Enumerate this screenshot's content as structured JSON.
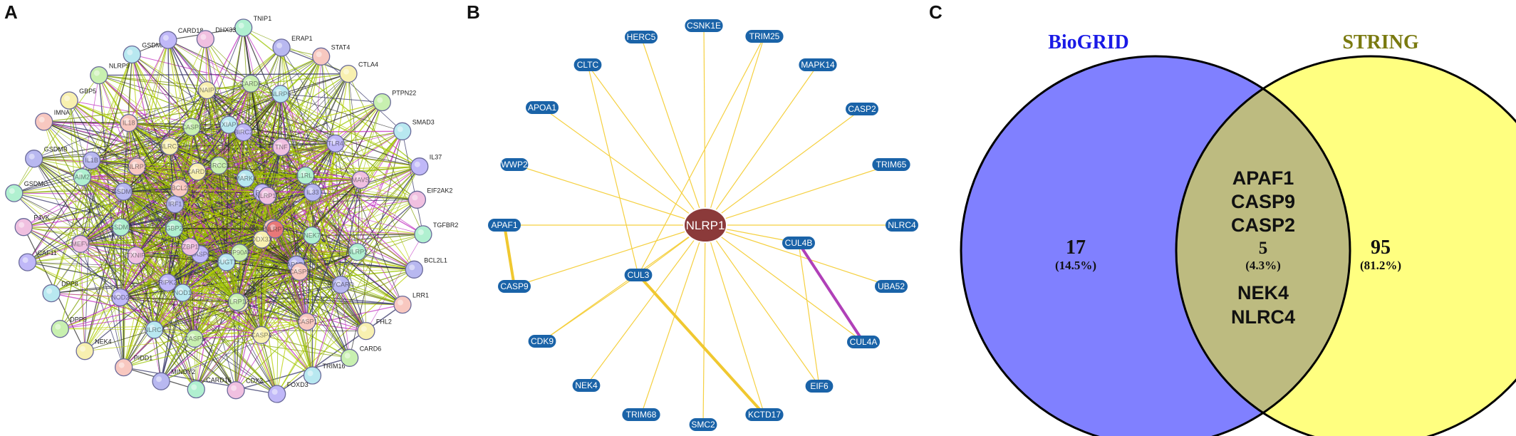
{
  "panels": {
    "a": {
      "letter": "A"
    },
    "b": {
      "letter": "B"
    },
    "c": {
      "letter": "C"
    }
  },
  "string_network": {
    "edge_colors": [
      "#7fa000",
      "#2b2b2b",
      "#c030c0",
      "#9ac400",
      "#333366",
      "#b8d000"
    ],
    "node_fill_colors": [
      "#b0f0d0",
      "#b8b8f0",
      "#f8c8c0",
      "#f8f0b0",
      "#c8f0b0",
      "#b8e8f0",
      "#c0b8f8",
      "#f0c0e0"
    ],
    "outer_nodes": [
      {
        "label": "TNIP1"
      },
      {
        "label": "ERAP1"
      },
      {
        "label": "STAT4"
      },
      {
        "label": "CTLA4"
      },
      {
        "label": "PTPN22"
      },
      {
        "label": "SMAD3"
      },
      {
        "label": "IL37"
      },
      {
        "label": "EIF2AK2"
      },
      {
        "label": "TGFBR2"
      },
      {
        "label": "BCL2L1"
      },
      {
        "label": "LRR1"
      },
      {
        "label": "FHL2"
      },
      {
        "label": "CARD6"
      },
      {
        "label": "TRIM16"
      },
      {
        "label": "FOXD3"
      },
      {
        "label": "CDX3"
      },
      {
        "label": "CARD16"
      },
      {
        "label": "MINDY2"
      },
      {
        "label": "PIDD1"
      },
      {
        "label": "NEK4"
      },
      {
        "label": "DPP9"
      },
      {
        "label": "DPP8"
      },
      {
        "label": "CAF11"
      },
      {
        "label": "PJVK"
      },
      {
        "label": "GSDMC"
      },
      {
        "label": "GSDMB"
      },
      {
        "label": "IMNA"
      },
      {
        "label": "GBP5"
      },
      {
        "label": "NLRP9"
      },
      {
        "label": "GSDMA"
      },
      {
        "label": "CARD18"
      },
      {
        "label": "DHX33"
      }
    ],
    "inner_nodes": [
      {
        "label": "NLRP3"
      },
      {
        "label": "PYCARD"
      },
      {
        "label": "CASP1"
      },
      {
        "label": "CASP4"
      },
      {
        "label": "CASP5"
      },
      {
        "label": "NLRC4"
      },
      {
        "label": "NOD2"
      },
      {
        "label": "MEFV"
      },
      {
        "label": "AIM2"
      },
      {
        "label": "IL1B"
      },
      {
        "label": "IL18"
      },
      {
        "label": "NAIP"
      },
      {
        "label": "CARD8"
      },
      {
        "label": "NLRP6"
      },
      {
        "label": "TLR4"
      },
      {
        "label": "MAVS"
      },
      {
        "label": "NEK7"
      },
      {
        "label": "APAF1"
      },
      {
        "label": "CASP9"
      },
      {
        "label": "CASP2"
      },
      {
        "label": "NLRP12"
      },
      {
        "label": "NOD1"
      },
      {
        "label": "RIPK2"
      },
      {
        "label": "TXNIP"
      },
      {
        "label": "GSDMD"
      },
      {
        "label": "GSDME"
      },
      {
        "label": "NLRP2"
      },
      {
        "label": "NLRC3"
      },
      {
        "label": "CASP8"
      },
      {
        "label": "XIAP"
      },
      {
        "label": "BIRC2"
      },
      {
        "label": "TNF"
      },
      {
        "label": "IL1RL1"
      },
      {
        "label": "IL33"
      },
      {
        "label": "P2RX7"
      },
      {
        "label": "DDX3X"
      },
      {
        "label": "HSP90AA1"
      },
      {
        "label": "SUGT1"
      },
      {
        "label": "CASP6"
      },
      {
        "label": "ZBP1"
      },
      {
        "label": "GBP2"
      },
      {
        "label": "IRF1"
      },
      {
        "label": "BCL2"
      },
      {
        "label": "CARD9"
      },
      {
        "label": "BRCC3"
      },
      {
        "label": "MARK4"
      },
      {
        "label": "PKR"
      },
      {
        "label": "NLRP10"
      }
    ],
    "highlighted_node": {
      "label": "NLRP1",
      "color": "#e87878"
    }
  },
  "nlrp1_network": {
    "center": {
      "label": "NLRP1",
      "color": "#8b3a3a"
    },
    "node_color": "#1a63a8",
    "edge_color": "#f5d040",
    "strong_edge_color": "#f0c830",
    "purple_edge_color": "#b040b8",
    "nodes": [
      {
        "id": "HERC5",
        "label": "HERC5"
      },
      {
        "id": "CSNK1E",
        "label": "CSNK1E"
      },
      {
        "id": "TRIM25",
        "label": "TRIM25"
      },
      {
        "id": "MAPK14",
        "label": "MAPK14"
      },
      {
        "id": "CLTC",
        "label": "CLTC"
      },
      {
        "id": "CASP2",
        "label": "CASP2"
      },
      {
        "id": "APOA1",
        "label": "APOA1"
      },
      {
        "id": "TRIM65",
        "label": "TRIM65"
      },
      {
        "id": "WWP2",
        "label": "WWP2"
      },
      {
        "id": "NLRC4",
        "label": "NLRC4"
      },
      {
        "id": "APAF1",
        "label": "APAF1"
      },
      {
        "id": "CUL4B",
        "label": "CUL4B"
      },
      {
        "id": "CASP9",
        "label": "CASP9"
      },
      {
        "id": "CUL3",
        "label": "CUL3"
      },
      {
        "id": "UBA52",
        "label": "UBA52"
      },
      {
        "id": "CDK9",
        "label": "CDK9"
      },
      {
        "id": "CUL4A",
        "label": "CUL4A"
      },
      {
        "id": "NEK4",
        "label": "NEK4"
      },
      {
        "id": "EIF6",
        "label": "EIF6"
      },
      {
        "id": "TRIM68",
        "label": "TRIM68"
      },
      {
        "id": "SMC2",
        "label": "SMC2"
      },
      {
        "id": "KCTD17",
        "label": "KCTD17"
      }
    ],
    "extra_edges": [
      {
        "from": "APAF1",
        "to": "CASP9",
        "kind": "strong"
      },
      {
        "from": "CUL3",
        "to": "KCTD17",
        "kind": "strong"
      },
      {
        "from": "CUL4B",
        "to": "CUL4A",
        "kind": "purple"
      },
      {
        "from": "CUL3",
        "to": "CLTC",
        "kind": "normal"
      },
      {
        "from": "CUL3",
        "to": "TRIM25",
        "kind": "normal"
      },
      {
        "from": "CUL3",
        "to": "CDK9",
        "kind": "normal"
      },
      {
        "from": "CUL4B",
        "to": "EIF6",
        "kind": "normal"
      }
    ]
  },
  "venn": {
    "left": {
      "title": "BioGRID",
      "color": "#1a1ae6",
      "fill": "#8080ff",
      "count": "17",
      "percent": "(14.5%)"
    },
    "right": {
      "title": "STRING",
      "color": "#7a7a10",
      "fill": "#ffff80",
      "count": "95",
      "percent": "(81.2%)"
    },
    "overlap": {
      "fill": "#bdbb80",
      "count": "5",
      "percent": "(4.3%)",
      "genes_top": [
        "APAF1",
        "CASP9",
        "CASP2"
      ],
      "genes_bottom": [
        "NEK4",
        "NLRC4"
      ]
    }
  }
}
